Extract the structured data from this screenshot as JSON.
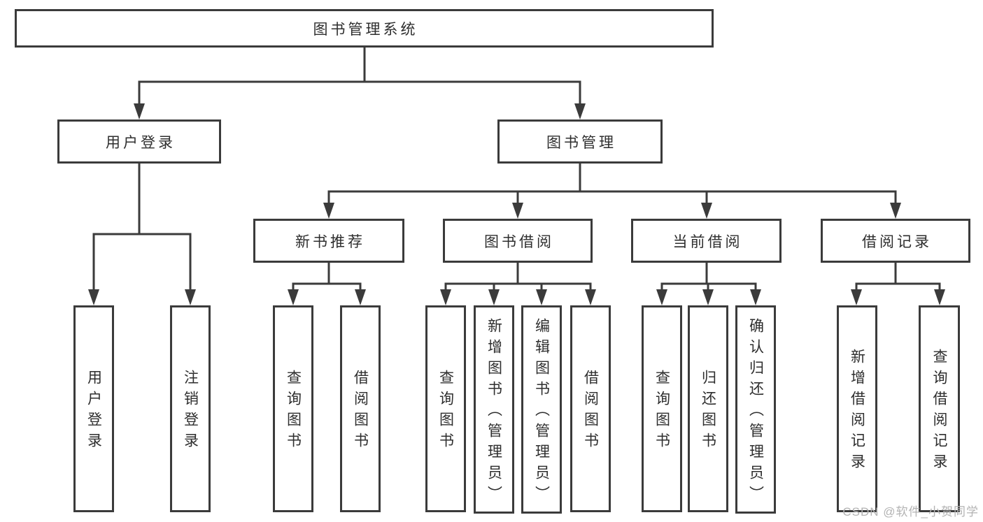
{
  "diagram": {
    "type": "hierarchy-tree",
    "colors": {
      "line": "#3b3b3b",
      "box_border": "#3b3b3b",
      "box_fill": "#ffffff",
      "text": "#2e2e2e",
      "background": "#ffffff",
      "watermark": "#b3b3b3"
    },
    "tree": {
      "root": "图书管理系统",
      "level2": [
        {
          "label": "用户登录",
          "leaves": [
            "用户登录",
            "注销登录"
          ]
        },
        {
          "label": "图书管理",
          "level3": [
            {
              "label": "新书推荐",
              "leaves": [
                "查询图书",
                "借阅图书"
              ]
            },
            {
              "label": "图书借阅",
              "leaves": [
                "查询图书",
                "新增图书（管理员）",
                "编辑图书（管理员）",
                "借阅图书"
              ]
            },
            {
              "label": "当前借阅",
              "leaves": [
                "查询图书",
                "归还图书",
                "确认归还（管理员）"
              ]
            },
            {
              "label": "借阅记录",
              "leaves": [
                "新增借阅记录",
                "查询借阅记录"
              ]
            }
          ]
        }
      ]
    },
    "watermark": {
      "text": "CSDN @软件_小贺同学"
    }
  }
}
